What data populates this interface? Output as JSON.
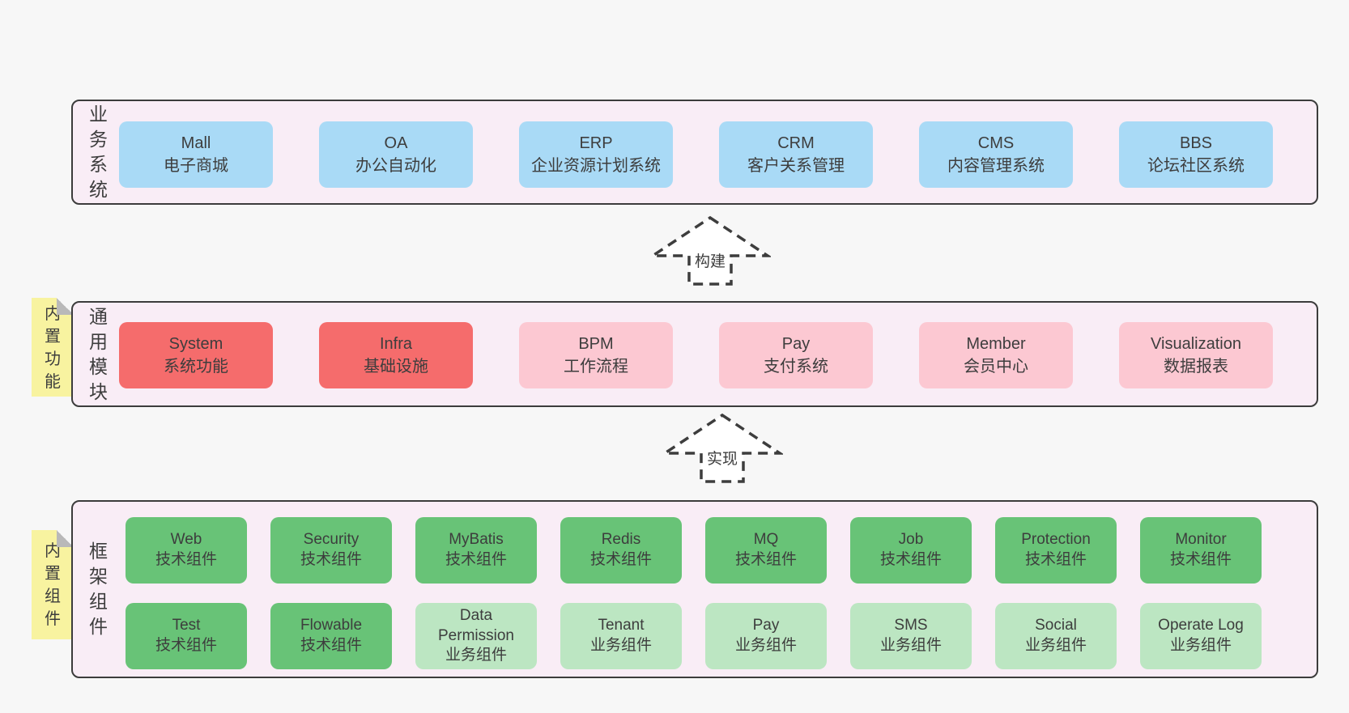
{
  "colors": {
    "page_bg": "#f7f7f7",
    "band_bg": "#f9edf6",
    "band_border": "#3c3c3c",
    "box_blue": "#a9daf6",
    "box_red": "#f56c6c",
    "box_pink": "#fcc8d2",
    "box_green": "#68c377",
    "box_light_green": "#bce6c2",
    "tab_yellow": "#f8f3a0",
    "fold_gray": "#b9b9b9",
    "text": "#3d3d3d"
  },
  "arrows": [
    {
      "label": "构建"
    },
    {
      "label": "实现"
    }
  ],
  "bands": [
    {
      "label": "业务系统",
      "boxes": [
        {
          "name": "Mall",
          "desc": "电子商城"
        },
        {
          "name": "OA",
          "desc": "办公自动化"
        },
        {
          "name": "ERP",
          "desc": "企业资源计划系统"
        },
        {
          "name": "CRM",
          "desc": "客户关系管理"
        },
        {
          "name": "CMS",
          "desc": "内容管理系统"
        },
        {
          "name": "BBS",
          "desc": "论坛社区系统"
        }
      ]
    },
    {
      "label": "通用模块",
      "tab": "内置功能",
      "boxes": [
        {
          "name": "System",
          "desc": "系统功能"
        },
        {
          "name": "Infra",
          "desc": "基础设施"
        },
        {
          "name": "BPM",
          "desc": "工作流程"
        },
        {
          "name": "Pay",
          "desc": "支付系统"
        },
        {
          "name": "Member",
          "desc": "会员中心"
        },
        {
          "name": "Visualization",
          "desc": "数据报表"
        }
      ]
    },
    {
      "label": "框架组件",
      "tab": "内置组件",
      "rows": [
        [
          {
            "name": "Web",
            "desc": "技术组件"
          },
          {
            "name": "Security",
            "desc": "技术组件"
          },
          {
            "name": "MyBatis",
            "desc": "技术组件"
          },
          {
            "name": "Redis",
            "desc": "技术组件"
          },
          {
            "name": "MQ",
            "desc": "技术组件"
          },
          {
            "name": "Job",
            "desc": "技术组件"
          },
          {
            "name": "Protection",
            "desc": "技术组件"
          },
          {
            "name": "Monitor",
            "desc": "技术组件"
          }
        ],
        [
          {
            "name": "Test",
            "desc": "技术组件"
          },
          {
            "name": "Flowable",
            "desc": "技术组件"
          },
          {
            "name": "Data Permission",
            "desc": "业务组件"
          },
          {
            "name": "Tenant",
            "desc": "业务组件"
          },
          {
            "name": "Pay",
            "desc": "业务组件"
          },
          {
            "name": "SMS",
            "desc": "业务组件"
          },
          {
            "name": "Social",
            "desc": "业务组件"
          },
          {
            "name": "Operate Log",
            "desc": "业务组件"
          }
        ]
      ]
    }
  ]
}
